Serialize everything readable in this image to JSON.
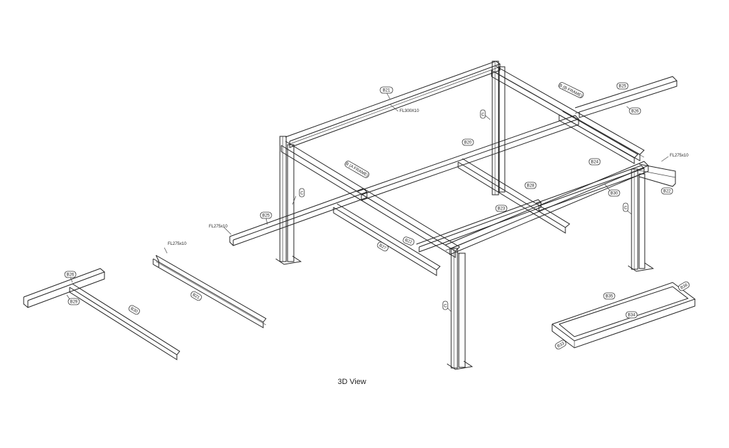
{
  "caption": "3D View",
  "tags": {
    "b21_top": "B21",
    "b_frame": "B (B FRAME)",
    "b25_right_top": "B25",
    "b26_right_bot": "B26",
    "b20": "B20",
    "a_frame": "B (A FRAME)",
    "b24": "B24",
    "b28": "B28",
    "b30": "B30",
    "b22_right": "B22",
    "b23": "B23",
    "b25_left": "B25",
    "b27": "B27",
    "b22_mid": "B22",
    "col_1": "C",
    "col_2": "C",
    "col_3": "C",
    "col_4": "C",
    "b26_left": "B26",
    "b29_left": "B29",
    "b30_left": "B30",
    "b21_left": "B21",
    "b35": "B35",
    "b34": "B34",
    "b36": "B36",
    "b33": "B33"
  },
  "labels": {
    "fl_top": "FL300X10",
    "fl_right": "FL275x10",
    "fl_left": "FL275x10",
    "fl_free": "FL275x10"
  }
}
